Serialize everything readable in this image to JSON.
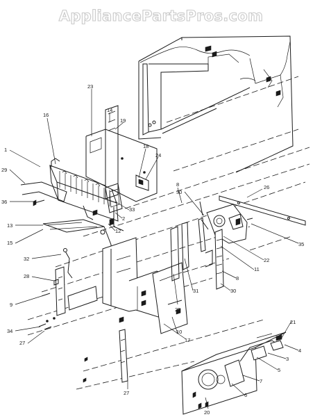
{
  "watermark": "AppliancePartsPros.com",
  "callouts": {
    "c1": "1",
    "c2": "2",
    "c3": "3",
    "c4": "4",
    "c5": "5",
    "c6": "6",
    "c7": "7",
    "c8a": "8",
    "c8b": "8",
    "c9": "9",
    "c10": "10",
    "c11": "11",
    "c12": "12",
    "c13": "13",
    "c14": "14",
    "c15": "15",
    "c16": "16",
    "c17": "17",
    "c18": "18",
    "c19": "19",
    "c20": "20",
    "c21": "21",
    "c22": "22",
    "c23": "23",
    "c24": "24",
    "c25": "25",
    "c26": "26",
    "c27a": "27",
    "c27b": "27",
    "c28": "28",
    "c29": "29",
    "c30a": "30",
    "c30b": "30",
    "c31": "31",
    "c32": "32",
    "c33": "33",
    "c34": "34",
    "c35": "35",
    "c36": "36"
  }
}
